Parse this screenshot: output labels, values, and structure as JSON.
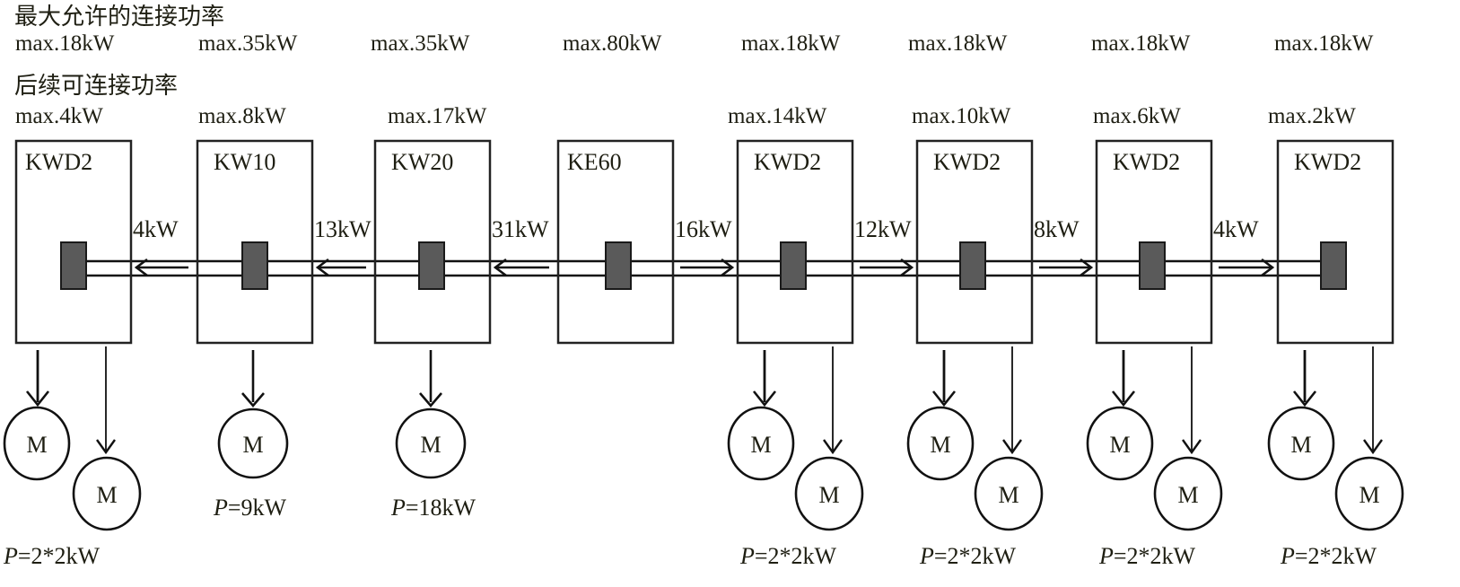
{
  "labels": {
    "max_allowed_header": "最大允许的连接功率",
    "remaining_header": "后续可连接功率",
    "motor_symbol": "M",
    "power_prefix": "P"
  },
  "units": [
    {
      "id": "u0",
      "model": "KWD2",
      "max_allowed": "max.18kW",
      "remaining": "max.4kW",
      "motors": 2,
      "power": "=2*2kW"
    },
    {
      "id": "u1",
      "model": "KW10",
      "max_allowed": "max.35kW",
      "remaining": "max.8kW",
      "motors": 1,
      "power": "=9kW"
    },
    {
      "id": "u2",
      "model": "KW20",
      "max_allowed": "max.35kW",
      "remaining": "max.17kW",
      "motors": 1,
      "power": "=18kW"
    },
    {
      "id": "u3",
      "model": "KE60",
      "max_allowed": "max.80kW",
      "remaining": "",
      "motors": 0,
      "power": ""
    },
    {
      "id": "u4",
      "model": "KWD2",
      "max_allowed": "max.18kW",
      "remaining": "max.14kW",
      "motors": 2,
      "power": "=2*2kW"
    },
    {
      "id": "u5",
      "model": "KWD2",
      "max_allowed": "max.18kW",
      "remaining": "max.10kW",
      "motors": 2,
      "power": "=2*2kW"
    },
    {
      "id": "u6",
      "model": "KWD2",
      "max_allowed": "max.18kW",
      "remaining": "max.6kW",
      "motors": 2,
      "power": "=2*2kW"
    },
    {
      "id": "u7",
      "model": "KWD2",
      "max_allowed": "max.18kW",
      "remaining": "max.2kW",
      "motors": 2,
      "power": "=2*2kW"
    }
  ],
  "flows": [
    {
      "between": [
        0,
        1
      ],
      "label": "4kW",
      "direction": "left"
    },
    {
      "between": [
        1,
        2
      ],
      "label": "13kW",
      "direction": "left"
    },
    {
      "between": [
        2,
        3
      ],
      "label": "31kW",
      "direction": "left"
    },
    {
      "between": [
        3,
        4
      ],
      "label": "16kW",
      "direction": "right"
    },
    {
      "between": [
        4,
        5
      ],
      "label": "12kW",
      "direction": "right"
    },
    {
      "between": [
        5,
        6
      ],
      "label": "8kW",
      "direction": "right"
    },
    {
      "between": [
        6,
        7
      ],
      "label": "4kW",
      "direction": "right"
    }
  ]
}
